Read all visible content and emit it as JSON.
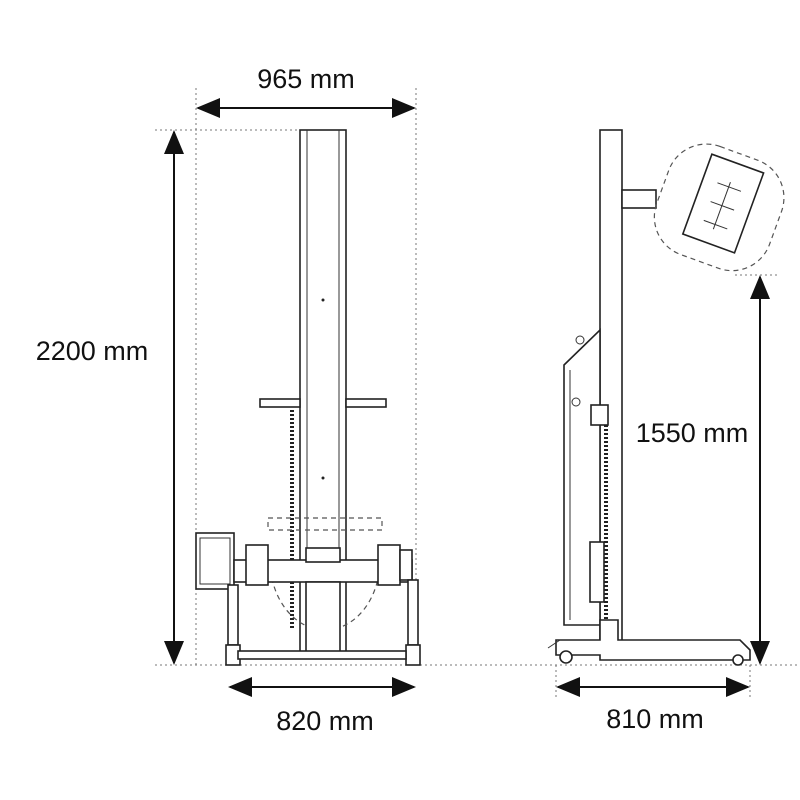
{
  "dimensions": {
    "front_width_top": "965 mm",
    "front_height": "2200 mm",
    "front_width_base": "820 mm",
    "side_depth": "810 mm",
    "side_lift_height": "1550 mm"
  }
}
